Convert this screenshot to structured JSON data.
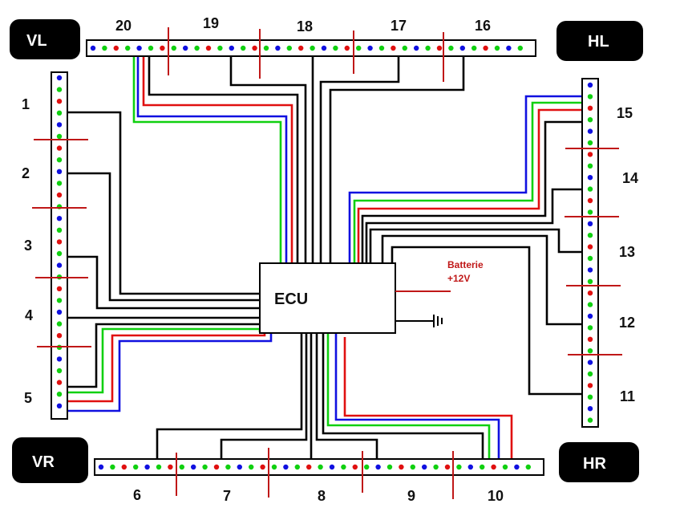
{
  "corners": {
    "vl": "VL",
    "hl": "HL",
    "vr": "VR",
    "hr": "HR"
  },
  "ecu": {
    "label": "ECU"
  },
  "battery": {
    "line1": "Batterie",
    "line2": "+12V"
  },
  "segments": {
    "s1": "1",
    "s2": "2",
    "s3": "3",
    "s4": "4",
    "s5": "5",
    "s6": "6",
    "s7": "7",
    "s8": "8",
    "s9": "9",
    "s10": "10",
    "s11": "11",
    "s12": "12",
    "s13": "13",
    "s14": "14",
    "s15": "15",
    "s16": "16",
    "s17": "17",
    "s18": "18",
    "s19": "19",
    "s20": "20"
  },
  "colors": {
    "red": "#e01010",
    "green": "#10d010",
    "blue": "#1010e0",
    "black": "#000000",
    "divider": "#c01818"
  }
}
